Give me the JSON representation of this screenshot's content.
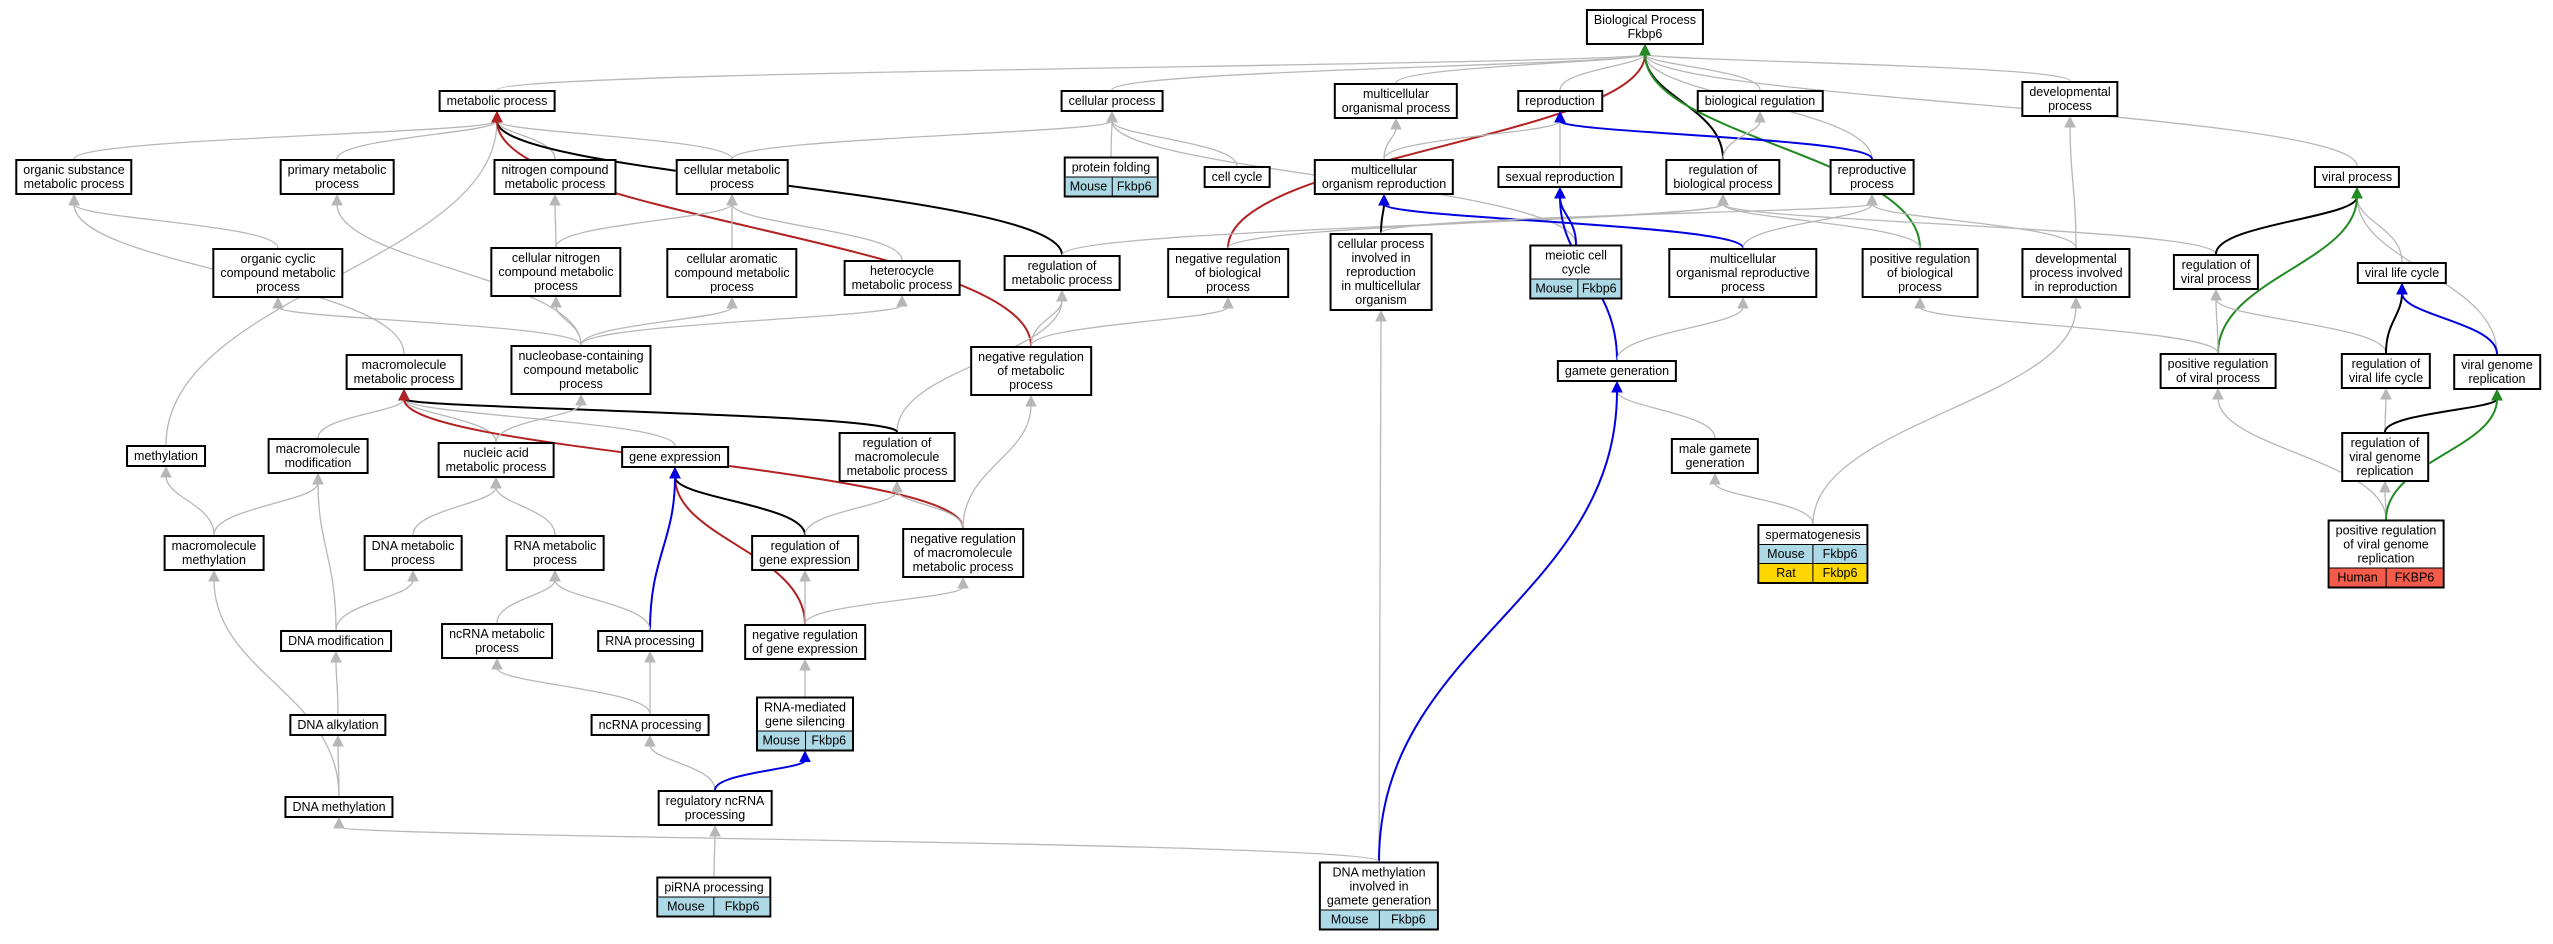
{
  "colors": {
    "grey": "#b7b7b7",
    "black": "#000000",
    "red": "#b22222",
    "blue": "#0000e0",
    "green": "#228b22",
    "mouse": "#add8e6",
    "rat": "#ffd700",
    "human": "#f45b4a"
  },
  "nodes": [
    {
      "id": "bp",
      "lines": [
        "Biological Process",
        "Fkbp6"
      ]
    },
    {
      "id": "mp",
      "lines": [
        "metabolic process"
      ]
    },
    {
      "id": "cp",
      "lines": [
        "cellular process"
      ]
    },
    {
      "id": "mop",
      "lines": [
        "multicellular",
        "organismal process"
      ]
    },
    {
      "id": "rep",
      "lines": [
        "reproduction"
      ]
    },
    {
      "id": "breg",
      "lines": [
        "biological regulation"
      ]
    },
    {
      "id": "devp",
      "lines": [
        "developmental",
        "process"
      ]
    },
    {
      "id": "vp",
      "lines": [
        "viral process"
      ]
    },
    {
      "id": "osmp",
      "lines": [
        "organic substance",
        "metabolic process"
      ]
    },
    {
      "id": "pmp",
      "lines": [
        "primary metabolic",
        "process"
      ]
    },
    {
      "id": "ncmp",
      "lines": [
        "nitrogen compound",
        "metabolic process"
      ]
    },
    {
      "id": "cmp",
      "lines": [
        "cellular metabolic",
        "process"
      ]
    },
    {
      "id": "pf",
      "lines": [
        "protein folding"
      ],
      "ann": [
        [
          "Mouse",
          "Fkbp6",
          "mouse"
        ]
      ]
    },
    {
      "id": "cc",
      "lines": [
        "cell cycle"
      ]
    },
    {
      "id": "morep",
      "lines": [
        "multicellular",
        "organism reproduction"
      ]
    },
    {
      "id": "srep",
      "lines": [
        "sexual reproduction"
      ]
    },
    {
      "id": "robp",
      "lines": [
        "regulation of",
        "biological process"
      ]
    },
    {
      "id": "repp",
      "lines": [
        "reproductive",
        "process"
      ]
    },
    {
      "id": "occmp",
      "lines": [
        "organic cyclic",
        "compound metabolic",
        "process"
      ]
    },
    {
      "id": "cncmp",
      "lines": [
        "cellular nitrogen",
        "compound metabolic",
        "process"
      ]
    },
    {
      "id": "cacmp",
      "lines": [
        "cellular aromatic",
        "compound metabolic",
        "process"
      ]
    },
    {
      "id": "hmp",
      "lines": [
        "heterocycle",
        "metabolic process"
      ]
    },
    {
      "id": "romp",
      "lines": [
        "regulation of",
        "metabolic process"
      ]
    },
    {
      "id": "nrobp",
      "lines": [
        "negative regulation",
        "of biological",
        "process"
      ]
    },
    {
      "id": "cpimo",
      "lines": [
        "cellular process",
        "involved in",
        "reproduction",
        "in multicellular",
        "organism"
      ]
    },
    {
      "id": "mcc",
      "lines": [
        "meiotic cell",
        "cycle"
      ],
      "ann": [
        [
          "Mouse",
          "Fkbp6",
          "mouse"
        ]
      ]
    },
    {
      "id": "morp",
      "lines": [
        "multicellular",
        "organismal reproductive",
        "process"
      ]
    },
    {
      "id": "probp",
      "lines": [
        "positive regulation",
        "of biological",
        "process"
      ]
    },
    {
      "id": "dpir",
      "lines": [
        "developmental",
        "process involved",
        "in reproduction"
      ]
    },
    {
      "id": "rovp",
      "lines": [
        "regulation of",
        "viral process"
      ]
    },
    {
      "id": "vlc",
      "lines": [
        "viral life cycle"
      ]
    },
    {
      "id": "mmp",
      "lines": [
        "macromolecule",
        "metabolic process"
      ]
    },
    {
      "id": "nccmp",
      "lines": [
        "nucleobase-containing",
        "compound metabolic",
        "process"
      ]
    },
    {
      "id": "nromp",
      "lines": [
        "negative regulation",
        "of metabolic",
        "process"
      ]
    },
    {
      "id": "gg",
      "lines": [
        "gamete generation"
      ]
    },
    {
      "id": "provp",
      "lines": [
        "positive regulation",
        "of viral process"
      ]
    },
    {
      "id": "rovlc",
      "lines": [
        "regulation of",
        "viral life cycle"
      ]
    },
    {
      "id": "vgr",
      "lines": [
        "viral genome",
        "replication"
      ]
    },
    {
      "id": "meth",
      "lines": [
        "methylation"
      ]
    },
    {
      "id": "mmod",
      "lines": [
        "macromolecule",
        "modification"
      ]
    },
    {
      "id": "namp",
      "lines": [
        "nucleic acid",
        "metabolic process"
      ]
    },
    {
      "id": "ge",
      "lines": [
        "gene expression"
      ]
    },
    {
      "id": "rommp",
      "lines": [
        "regulation of",
        "macromolecule",
        "metabolic process"
      ]
    },
    {
      "id": "mgg",
      "lines": [
        "male gamete",
        "generation"
      ]
    },
    {
      "id": "rovgr",
      "lines": [
        "regulation of",
        "viral genome",
        "replication"
      ]
    },
    {
      "id": "mmeth",
      "lines": [
        "macromolecule",
        "methylation"
      ]
    },
    {
      "id": "dnamp",
      "lines": [
        "DNA metabolic",
        "process"
      ]
    },
    {
      "id": "rnamp",
      "lines": [
        "RNA metabolic",
        "process"
      ]
    },
    {
      "id": "roge",
      "lines": [
        "regulation of",
        "gene expression"
      ]
    },
    {
      "id": "nrommp",
      "lines": [
        "negative regulation",
        "of macromolecule",
        "metabolic process"
      ]
    },
    {
      "id": "sperm",
      "lines": [
        "spermatogenesis"
      ],
      "ann": [
        [
          "Mouse",
          "Fkbp6",
          "mouse"
        ],
        [
          "Rat",
          "Fkbp6",
          "rat"
        ]
      ]
    },
    {
      "id": "provgr",
      "lines": [
        "positive regulation",
        "of viral genome",
        "replication"
      ],
      "ann": [
        [
          "Human",
          "FKBP6",
          "human"
        ]
      ]
    },
    {
      "id": "dnamod",
      "lines": [
        "DNA modification"
      ]
    },
    {
      "id": "ncrnamp",
      "lines": [
        "ncRNA metabolic",
        "process"
      ]
    },
    {
      "id": "rnap",
      "lines": [
        "RNA processing"
      ]
    },
    {
      "id": "nroge",
      "lines": [
        "negative regulation",
        "of gene expression"
      ]
    },
    {
      "id": "dnaalk",
      "lines": [
        "DNA alkylation"
      ]
    },
    {
      "id": "rmgs",
      "lines": [
        "RNA-mediated",
        "gene silencing"
      ],
      "ann": [
        [
          "Mouse",
          "Fkbp6",
          "mouse"
        ]
      ]
    },
    {
      "id": "ncrnap",
      "lines": [
        "ncRNA processing"
      ]
    },
    {
      "id": "dnameth",
      "lines": [
        "DNA methylation"
      ]
    },
    {
      "id": "rncrnap",
      "lines": [
        "regulatory ncRNA",
        "processing"
      ]
    },
    {
      "id": "pirna",
      "lines": [
        "piRNA processing"
      ],
      "ann": [
        [
          "Mouse",
          "Fkbp6",
          "mouse"
        ]
      ]
    },
    {
      "id": "dmigg",
      "lines": [
        "DNA methylation",
        "involved in",
        "gamete generation"
      ],
      "ann": [
        [
          "Mouse",
          "Fkbp6",
          "mouse"
        ]
      ]
    }
  ],
  "edges": [
    [
      "mp",
      "bp",
      "grey"
    ],
    [
      "cp",
      "bp",
      "grey"
    ],
    [
      "mop",
      "bp",
      "grey"
    ],
    [
      "rep",
      "bp",
      "grey"
    ],
    [
      "breg",
      "bp",
      "grey"
    ],
    [
      "devp",
      "bp",
      "grey"
    ],
    [
      "vp",
      "bp",
      "grey"
    ],
    [
      "repp",
      "bp",
      "grey"
    ],
    [
      "robp",
      "bp",
      "black"
    ],
    [
      "nrobp",
      "bp",
      "red"
    ],
    [
      "probp",
      "bp",
      "green"
    ],
    [
      "osmp",
      "mp",
      "grey"
    ],
    [
      "pmp",
      "mp",
      "grey"
    ],
    [
      "ncmp",
      "mp",
      "grey"
    ],
    [
      "cmp",
      "mp",
      "grey"
    ],
    [
      "meth",
      "mp",
      "grey"
    ],
    [
      "romp",
      "mp",
      "black"
    ],
    [
      "nromp",
      "mp",
      "red"
    ],
    [
      "cmp",
      "cp",
      "grey"
    ],
    [
      "pf",
      "cp",
      "grey"
    ],
    [
      "cc",
      "cp",
      "grey"
    ],
    [
      "mcc",
      "cp",
      "grey"
    ],
    [
      "morep",
      "mop",
      "grey"
    ],
    [
      "morep",
      "rep",
      "grey"
    ],
    [
      "srep",
      "rep",
      "grey"
    ],
    [
      "repp",
      "rep",
      "blue"
    ],
    [
      "robp",
      "breg",
      "grey"
    ],
    [
      "romp",
      "robp",
      "grey"
    ],
    [
      "nrobp",
      "robp",
      "grey"
    ],
    [
      "probp",
      "robp",
      "grey"
    ],
    [
      "rovp",
      "robp",
      "grey"
    ],
    [
      "cpimo",
      "morep",
      "black"
    ],
    [
      "morp",
      "morep",
      "blue"
    ],
    [
      "dpir",
      "repp",
      "grey"
    ],
    [
      "morp",
      "repp",
      "grey"
    ],
    [
      "cpimo",
      "repp",
      "grey"
    ],
    [
      "mcc",
      "srep",
      "blue"
    ],
    [
      "gg",
      "srep",
      "blue"
    ],
    [
      "dpir",
      "devp",
      "grey"
    ],
    [
      "rovp",
      "vp",
      "black"
    ],
    [
      "vlc",
      "vp",
      "grey"
    ],
    [
      "vgr",
      "vp",
      "grey"
    ],
    [
      "provp",
      "vp",
      "green"
    ],
    [
      "occmp",
      "osmp",
      "grey"
    ],
    [
      "mmp",
      "osmp",
      "grey"
    ],
    [
      "nccmp",
      "pmp",
      "grey"
    ],
    [
      "cncmp",
      "ncmp",
      "grey"
    ],
    [
      "cncmp",
      "cmp",
      "grey"
    ],
    [
      "cacmp",
      "cmp",
      "grey"
    ],
    [
      "hmp",
      "cmp",
      "grey"
    ],
    [
      "nccmp",
      "occmp",
      "grey"
    ],
    [
      "nccmp",
      "cncmp",
      "grey"
    ],
    [
      "nccmp",
      "cacmp",
      "grey"
    ],
    [
      "nccmp",
      "hmp",
      "grey"
    ],
    [
      "rommp",
      "romp",
      "grey"
    ],
    [
      "nromp",
      "romp",
      "grey"
    ],
    [
      "nromp",
      "nrobp",
      "grey"
    ],
    [
      "dmigg",
      "cpimo",
      "grey"
    ],
    [
      "sperm",
      "dpir",
      "grey"
    ],
    [
      "gg",
      "morp",
      "grey"
    ],
    [
      "provp",
      "rovp",
      "grey"
    ],
    [
      "provp",
      "probp",
      "grey"
    ],
    [
      "rovlc",
      "rovp",
      "grey"
    ],
    [
      "rovlc",
      "vlc",
      "black"
    ],
    [
      "vgr",
      "vlc",
      "blue"
    ],
    [
      "rovgr",
      "rovlc",
      "grey"
    ],
    [
      "mmod",
      "mmp",
      "grey"
    ],
    [
      "namp",
      "mmp",
      "grey"
    ],
    [
      "ge",
      "mmp",
      "grey"
    ],
    [
      "rommp",
      "mmp",
      "black"
    ],
    [
      "nrommp",
      "mmp",
      "red"
    ],
    [
      "namp",
      "nccmp",
      "grey"
    ],
    [
      "nrommp",
      "nromp",
      "grey"
    ],
    [
      "nrommp",
      "rommp",
      "grey"
    ],
    [
      "mgg",
      "gg",
      "grey"
    ],
    [
      "dmigg",
      "gg",
      "blue"
    ],
    [
      "provgr",
      "provp",
      "grey"
    ],
    [
      "provgr",
      "rovgr",
      "grey"
    ],
    [
      "rovgr",
      "vgr",
      "black"
    ],
    [
      "provgr",
      "vgr",
      "green"
    ],
    [
      "mmeth",
      "meth",
      "grey"
    ],
    [
      "mmeth",
      "mmod",
      "grey"
    ],
    [
      "dnamp",
      "namp",
      "grey"
    ],
    [
      "rnamp",
      "namp",
      "grey"
    ],
    [
      "roge",
      "ge",
      "black"
    ],
    [
      "roge",
      "rommp",
      "grey"
    ],
    [
      "nroge",
      "ge",
      "red"
    ],
    [
      "rnap",
      "ge",
      "blue"
    ],
    [
      "nroge",
      "roge",
      "grey"
    ],
    [
      "nroge",
      "nrommp",
      "grey"
    ],
    [
      "sperm",
      "mgg",
      "grey"
    ],
    [
      "dnamod",
      "mmod",
      "grey"
    ],
    [
      "dnamod",
      "dnamp",
      "grey"
    ],
    [
      "ncrnamp",
      "rnamp",
      "grey"
    ],
    [
      "rnap",
      "rnamp",
      "grey"
    ],
    [
      "dnaalk",
      "dnamod",
      "grey"
    ],
    [
      "rmgs",
      "nroge",
      "grey"
    ],
    [
      "ncrnap",
      "ncrnamp",
      "grey"
    ],
    [
      "ncrnap",
      "rnap",
      "grey"
    ],
    [
      "dnameth",
      "dnaalk",
      "grey"
    ],
    [
      "dnameth",
      "mmeth",
      "grey"
    ],
    [
      "rncrnap",
      "ncrnap",
      "grey"
    ],
    [
      "rncrnap",
      "rmgs",
      "blue"
    ],
    [
      "pirna",
      "rncrnap",
      "grey"
    ],
    [
      "dmigg",
      "dnameth",
      "grey"
    ]
  ]
}
